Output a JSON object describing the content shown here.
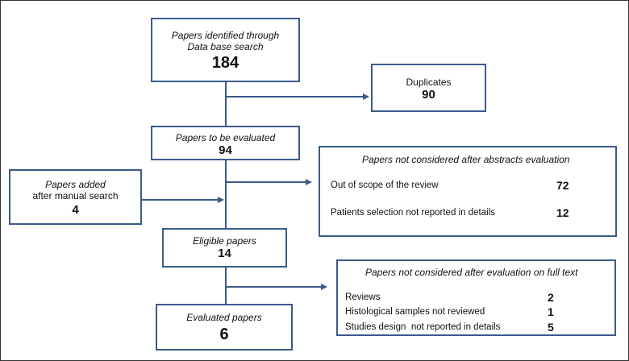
{
  "identified": {
    "line1": "Papers identified through",
    "line2": "Data base search",
    "count": "184"
  },
  "duplicates": {
    "label": "Duplicates",
    "count": "90"
  },
  "to_evaluate": {
    "label": "Papers to be evaluated",
    "count": "94"
  },
  "abstract_excl": {
    "title": "Papers not considered after abstracts evaluation",
    "rows": [
      {
        "label": "Out of scope of the review",
        "count": "72"
      },
      {
        "label": "Patients selection not reported in details",
        "count": "12"
      }
    ]
  },
  "manual": {
    "line1": "Papers added",
    "line2": "after manual search",
    "count": "4"
  },
  "eligible": {
    "label": "Eligible papers",
    "count": "14"
  },
  "fulltext_excl": {
    "title": "Papers not considered after evaluation on full text",
    "rows": [
      {
        "label": "Reviews",
        "count": "2"
      },
      {
        "label": "Histological samples not reviewed",
        "count": "1"
      },
      {
        "label": "Studies design  not reported in details",
        "count": "5"
      }
    ]
  },
  "evaluated": {
    "label": "Evaluated papers",
    "count": "6"
  }
}
